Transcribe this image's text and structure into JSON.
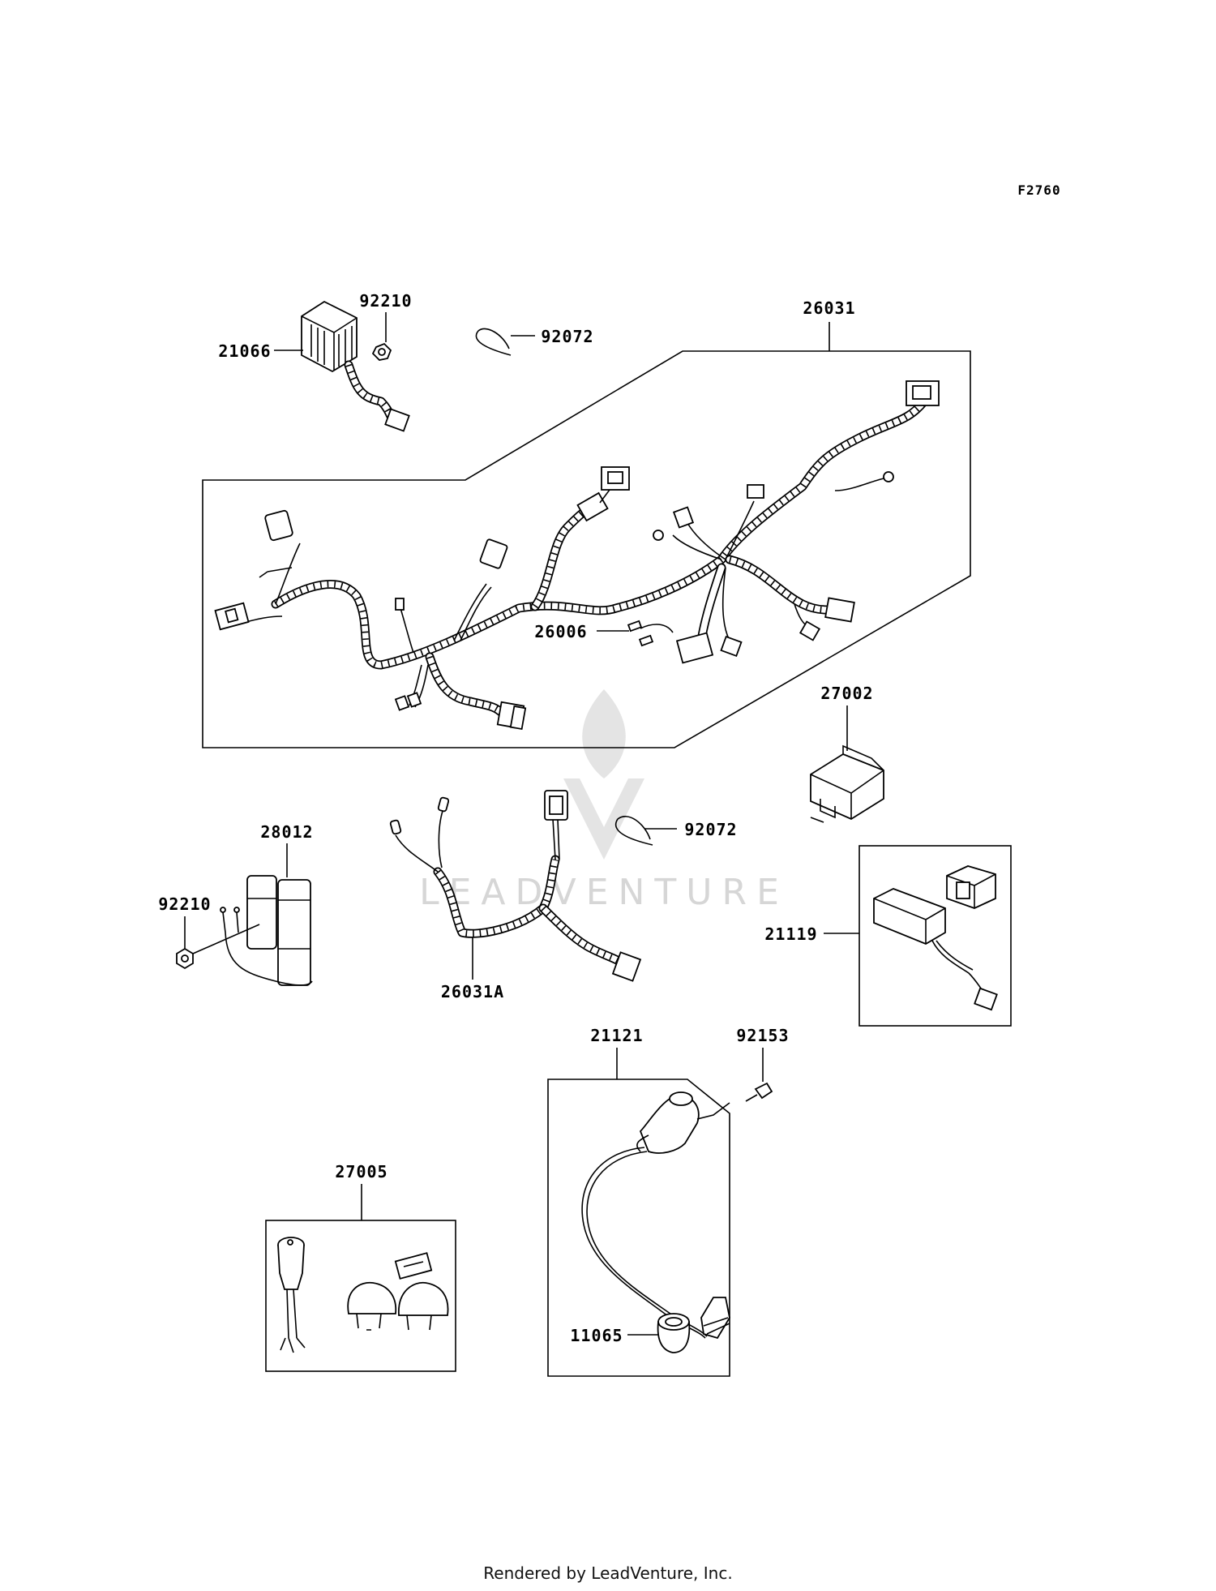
{
  "figure_code": "F2760",
  "watermark": "LEADVENTURE",
  "footer": "Rendered by LeadVenture, Inc.",
  "labels": {
    "p92210_top": "92210",
    "p21066": "21066",
    "p92072_top": "92072",
    "p26031": "26031",
    "p26006": "26006",
    "p27002": "27002",
    "p28012": "28012",
    "p92210_mid": "92210",
    "p92072_mid": "92072",
    "p26031A": "26031A",
    "p21119": "21119",
    "p21121": "21121",
    "p92153": "92153",
    "p27005": "27005",
    "p11065": "11065"
  }
}
